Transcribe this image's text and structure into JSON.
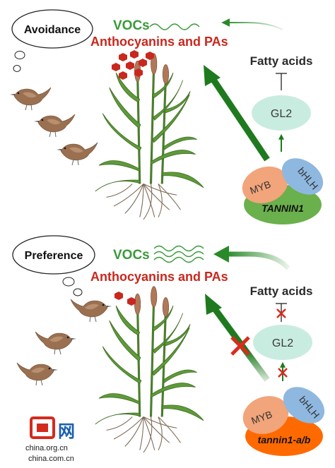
{
  "top_panel": {
    "bubble": "Avoidance",
    "vocs": "VOCs",
    "compounds": "Anthocyanins and PAs",
    "fatty_acids": "Fatty acids",
    "gl2": "GL2",
    "myb": "MYB",
    "bhlh": "bHLH",
    "gene": "TANNIN1"
  },
  "bottom_panel": {
    "bubble": "Preference",
    "vocs": "VOCs",
    "compounds": "Anthocyanins and PAs",
    "fatty_acids": "Fatty acids",
    "gl2": "GL2",
    "myb": "MYB",
    "bhlh": "bHLH",
    "gene": "tannin1-a/b"
  },
  "watermark": {
    "site1": "china.org.cn",
    "site2": "china.com.cn",
    "cn_char": "网"
  },
  "colors": {
    "green_arrow": "#1f7a1f",
    "vocs_green": "#3a9a3a",
    "compounds_red": "#c8281e",
    "gl2_fill": "#c9ece1",
    "myb_fill": "#f2a47a",
    "bhlh_fill": "#8fb8e0",
    "tannin_wt": "#6ab04c",
    "tannin_mut": "#ff6a00"
  }
}
